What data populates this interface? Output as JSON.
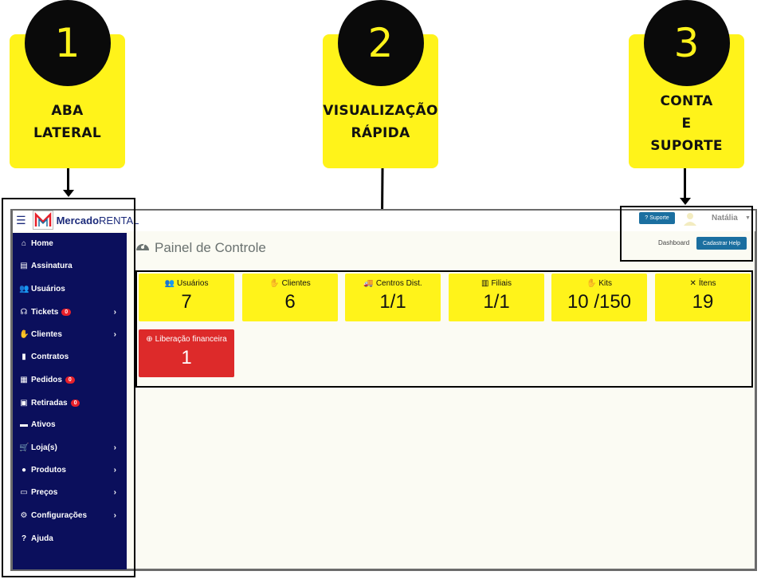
{
  "callouts": [
    {
      "number": "1",
      "label_lines": [
        "ABA",
        "LATERAL"
      ]
    },
    {
      "number": "2",
      "label_lines": [
        "VISUALIZAÇÃO",
        "RÁPIDA"
      ]
    },
    {
      "number": "3",
      "label_lines": [
        "CONTA",
        "E",
        "SUPORTE"
      ]
    }
  ],
  "brand": {
    "bold": "Mercado",
    "regular": "RENTAL",
    "menu_icon": "hamburger-icon",
    "logo_icon": "m-logo-icon"
  },
  "sidebar": {
    "items": [
      {
        "label": "Home",
        "icon": "home-icon",
        "glyph": "⌂"
      },
      {
        "label": "Assinatura",
        "icon": "document-icon",
        "glyph": "▤"
      },
      {
        "label": "Usuários",
        "icon": "users-icon",
        "glyph": "👥"
      },
      {
        "label": "Tickets",
        "icon": "headset-icon",
        "glyph": "☊",
        "badge": "0",
        "chevron": true
      },
      {
        "label": "Clientes",
        "icon": "handshake-icon",
        "glyph": "✋",
        "chevron": true
      },
      {
        "label": "Contratos",
        "icon": "file-icon",
        "glyph": "▮"
      },
      {
        "label": "Pedidos",
        "icon": "pallet-icon",
        "glyph": "▦",
        "badge": "0"
      },
      {
        "label": "Retiradas",
        "icon": "box-icon",
        "glyph": "▣",
        "badge": "0"
      },
      {
        "label": "Ativos",
        "icon": "briefcase-icon",
        "glyph": "▬"
      },
      {
        "label": "Loja(s)",
        "icon": "cart-icon",
        "glyph": "🛒",
        "chevron": true
      },
      {
        "label": "Produtos",
        "icon": "circle-info-icon",
        "glyph": "●",
        "chevron": true
      },
      {
        "label": "Preços",
        "icon": "money-icon",
        "glyph": "▭",
        "chevron": true
      },
      {
        "label": "Configurações",
        "icon": "gears-icon",
        "glyph": "⚙",
        "chevron": true
      },
      {
        "label": "Ajuda",
        "icon": "question-icon",
        "glyph": "?"
      }
    ]
  },
  "page": {
    "title": "Painel de Controle",
    "icon": "gauge-icon"
  },
  "account": {
    "support_button": "Suporte",
    "user_name": "Natália",
    "dashboard_link": "Dashboard",
    "help_button": "Cadastrar Help"
  },
  "cards": [
    {
      "label": "Usuários",
      "value": "7",
      "icon": "users-icon",
      "glyph": "👥"
    },
    {
      "label": "Clientes",
      "value": "6",
      "icon": "handshake-icon",
      "glyph": "✋"
    },
    {
      "label": "Centros Dist.",
      "value": "1/1",
      "icon": "truck-icon",
      "glyph": "🚚"
    },
    {
      "label": "Filiais",
      "value": "1/1",
      "icon": "building-icon",
      "glyph": "▥"
    },
    {
      "label": "Kits",
      "value": "10 /150",
      "icon": "kits-icon",
      "glyph": "✋"
    },
    {
      "label": "Ítens",
      "value": "19",
      "icon": "tools-icon",
      "glyph": "✕"
    },
    {
      "label": "Liberação financeira",
      "value": "1",
      "icon": "search-dollar-icon",
      "glyph": "⊕"
    }
  ],
  "colors": {
    "accent_yellow": "#fff31a",
    "sidebar_navy": "#0b0f5c",
    "button_blue": "#1b6fa0",
    "alert_red": "#dd2a2a"
  }
}
